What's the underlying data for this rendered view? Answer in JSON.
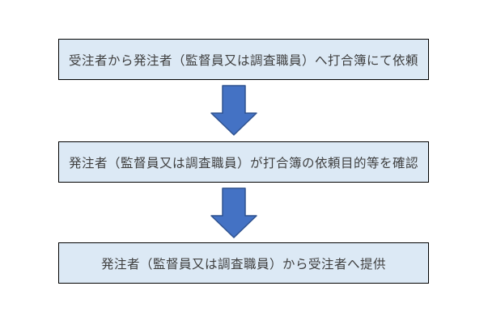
{
  "diagram": {
    "type": "flowchart",
    "orientation": "vertical",
    "steps": [
      {
        "label": "受注者から発注者（監督員又は調査職員）へ打合簿にて依頼"
      },
      {
        "label": "発注者（監督員又は調査職員）が打合簿の依頼目的等を確認"
      },
      {
        "label": "発注者（監督員又は調査職員）から受注者へ提供"
      }
    ],
    "connectors": [
      {
        "icon": "down-arrow-icon",
        "from": 0,
        "to": 1
      },
      {
        "icon": "down-arrow-icon",
        "from": 1,
        "to": 2
      }
    ],
    "colors": {
      "page_bg": "#ffffff",
      "box_fill": "#dce9f5",
      "box_border": "#000000",
      "text_color": "#3f3f3f",
      "arrow_fill": "#4472c4",
      "arrow_border": "#2f528f"
    }
  }
}
